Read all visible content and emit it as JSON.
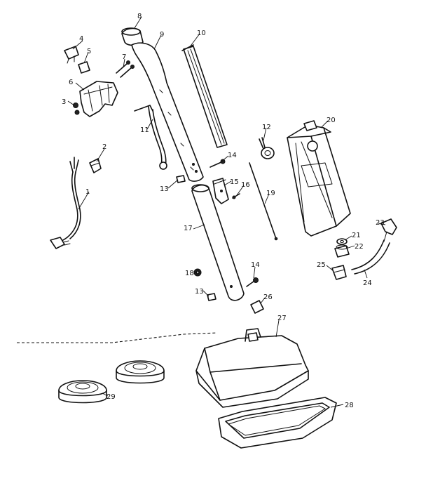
{
  "parts": [
    {
      "id": "p1",
      "label": "1"
    },
    {
      "id": "p2",
      "label": "2"
    },
    {
      "id": "p3",
      "label": "3"
    },
    {
      "id": "p4",
      "label": "4"
    },
    {
      "id": "p5",
      "label": "5"
    },
    {
      "id": "p6",
      "label": "6"
    },
    {
      "id": "p7",
      "label": "7"
    },
    {
      "id": "p8",
      "label": "8"
    },
    {
      "id": "p9",
      "label": "9"
    },
    {
      "id": "p10",
      "label": "10"
    },
    {
      "id": "p11",
      "label": "11"
    },
    {
      "id": "p12",
      "label": "12"
    },
    {
      "id": "p13a",
      "label": "13"
    },
    {
      "id": "p13b",
      "label": "13"
    },
    {
      "id": "p14a",
      "label": "14"
    },
    {
      "id": "p14b",
      "label": "14"
    },
    {
      "id": "p15",
      "label": "15"
    },
    {
      "id": "p16",
      "label": "16"
    },
    {
      "id": "p17",
      "label": "17"
    },
    {
      "id": "p18",
      "label": "18"
    },
    {
      "id": "p19",
      "label": "19"
    },
    {
      "id": "p20",
      "label": "20"
    },
    {
      "id": "p21",
      "label": "21"
    },
    {
      "id": "p22",
      "label": "22"
    },
    {
      "id": "p23",
      "label": "23"
    },
    {
      "id": "p24",
      "label": "24"
    },
    {
      "id": "p25",
      "label": "25"
    },
    {
      "id": "p26",
      "label": "26"
    },
    {
      "id": "p27",
      "label": "27"
    },
    {
      "id": "p28",
      "label": "28"
    },
    {
      "id": "p29",
      "label": "29"
    }
  ]
}
